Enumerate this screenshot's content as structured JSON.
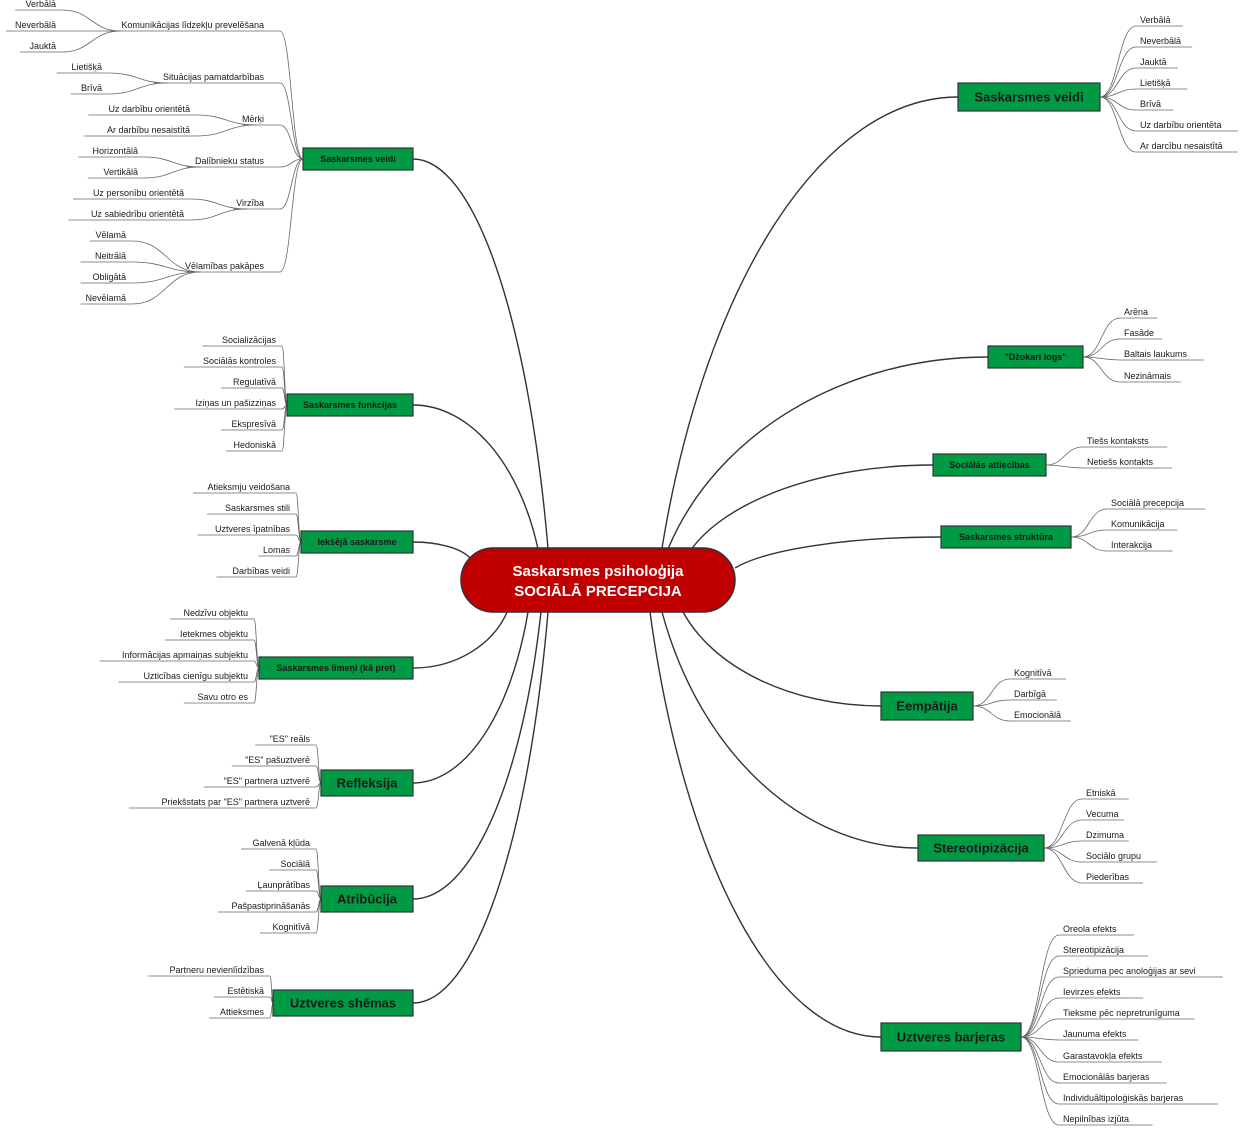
{
  "colors": {
    "center_fill": "#c00000",
    "branch_fill": "#009944",
    "box_stroke": "#333333",
    "line": "#333333",
    "leaf_line": "#666666"
  },
  "center": {
    "line1": "Saskarsmes psiholoģija",
    "line2": "SOCIĀLĀ PRECEPCIJA"
  },
  "left_branches": [
    {
      "id": "saskarsmes-veidi-left",
      "label": "Saskarsmes veidi",
      "groups": [
        {
          "label": "Komunikācijas līdzekļu prevelēšana",
          "items": [
            "Verbālā",
            "Neverbālā",
            "Jauktā"
          ]
        },
        {
          "label": "Situācijas pamatdarbības",
          "items": [
            "Lietišķā",
            "Brīvā"
          ]
        },
        {
          "label": "Mērķi",
          "items": [
            "Uz darbību orientētā",
            "Ar darbību nesaistītā"
          ]
        },
        {
          "label": "Dalībnieku status",
          "items": [
            "Horizontālā",
            "Vertikālā"
          ]
        },
        {
          "label": "Virzība",
          "items": [
            "Uz personību orientētā",
            "Uz sabiedrību orientētā"
          ]
        },
        {
          "label": "Vēlamības pakāpes",
          "items": [
            "Vēlamā",
            "Neitrālā",
            "Obligātā",
            "Nevēlamā"
          ]
        }
      ]
    },
    {
      "id": "saskarsmes-funkcijas",
      "label": "Saskarsmes funkcijas",
      "items": [
        "Socializācijas",
        "Sociālās kontroles",
        "Regulatīvā",
        "Iziņas un pašizziņas",
        "Ekspresīvā",
        "Hedoniskā"
      ]
    },
    {
      "id": "ieksejā-saskarsme",
      "label": "Iekšējā saskarsme",
      "items": [
        "Atieksmju veidošana",
        "Saskarsmes stili",
        "Uztveres īpatnības",
        "Lomas",
        "Darbības veidi"
      ]
    },
    {
      "id": "saskarsmes-limeni",
      "label": "Saskarsmes līmeņi (kā pret)",
      "items": [
        "Nedzīvu objektu",
        "Ietekmes objektu",
        "Informācijas apmaiņas subjektu",
        "Uzticības cienīgu subjektu",
        "Savu otro es"
      ]
    },
    {
      "id": "refleksija",
      "label": "Refleksija",
      "items": [
        "\"ES\" reāls",
        "\"ES\" pašuztverē",
        "\"ES\" partnera uztverē",
        "Priekšstats par \"ES\" partnera uztverē"
      ]
    },
    {
      "id": "atribucija",
      "label": "Atribūcija",
      "items": [
        "Galvenā kļūda",
        "Sociālā",
        "Ļaunprātības",
        "Pašpastiprināšanās",
        "Kognitīvā"
      ]
    },
    {
      "id": "uztveres-shemas",
      "label": "Uztveres shēmas",
      "items": [
        "Partneru nevienlīdzības",
        "Estētiskā",
        "Attieksmes"
      ]
    }
  ],
  "right_branches": [
    {
      "id": "saskarsmes-veidi-right",
      "label": "Saskarsmes veidi",
      "items": [
        "Verbālā",
        "Neverbālā",
        "Jauktā",
        "Lietišķā",
        "Brīvā",
        "Uz darbību orientēta",
        "Ar darcību nesaistītā"
      ]
    },
    {
      "id": "dzokari-logs",
      "label": "\"Džokari logs\"",
      "items": [
        "Arēna",
        "Fasāde",
        "Baltais laukums",
        "Nezināmais"
      ]
    },
    {
      "id": "socialas-attiecibas",
      "label": "Sociālās attiecības",
      "items": [
        "Tiešs kontaksts",
        "Netiešs kontakts"
      ]
    },
    {
      "id": "saskarsmes-struktura",
      "label": "Saskarsmes struktūra",
      "items": [
        "Sociālā precepcija",
        "Komunikācija",
        "Interakcija"
      ]
    },
    {
      "id": "eempatija",
      "label": "Eempātija",
      "items": [
        "Kognitīvā",
        "Darbīgā",
        "Emocionālā"
      ]
    },
    {
      "id": "stereotipizacija",
      "label": "Stereotipizācija",
      "items": [
        "Etniskā",
        "Vecuma",
        "Dzimuma",
        "Sociālo grupu",
        "Piederības"
      ]
    },
    {
      "id": "uztveres-barjeras",
      "label": "Uztveres barjeras",
      "items": [
        "Oreola efekts",
        "Stereotipizācija",
        "Sprieduma pec anoloģijas ar sevi",
        "Ievirzes efekts",
        "Tieksme pēc nepretrunīguma",
        "Jaunuma efekts",
        "Garastavokļa efekts",
        "Emocionālās barjeras",
        "Individuāltipoloģiskās barjeras",
        "Nepilnības izjūta"
      ]
    }
  ]
}
